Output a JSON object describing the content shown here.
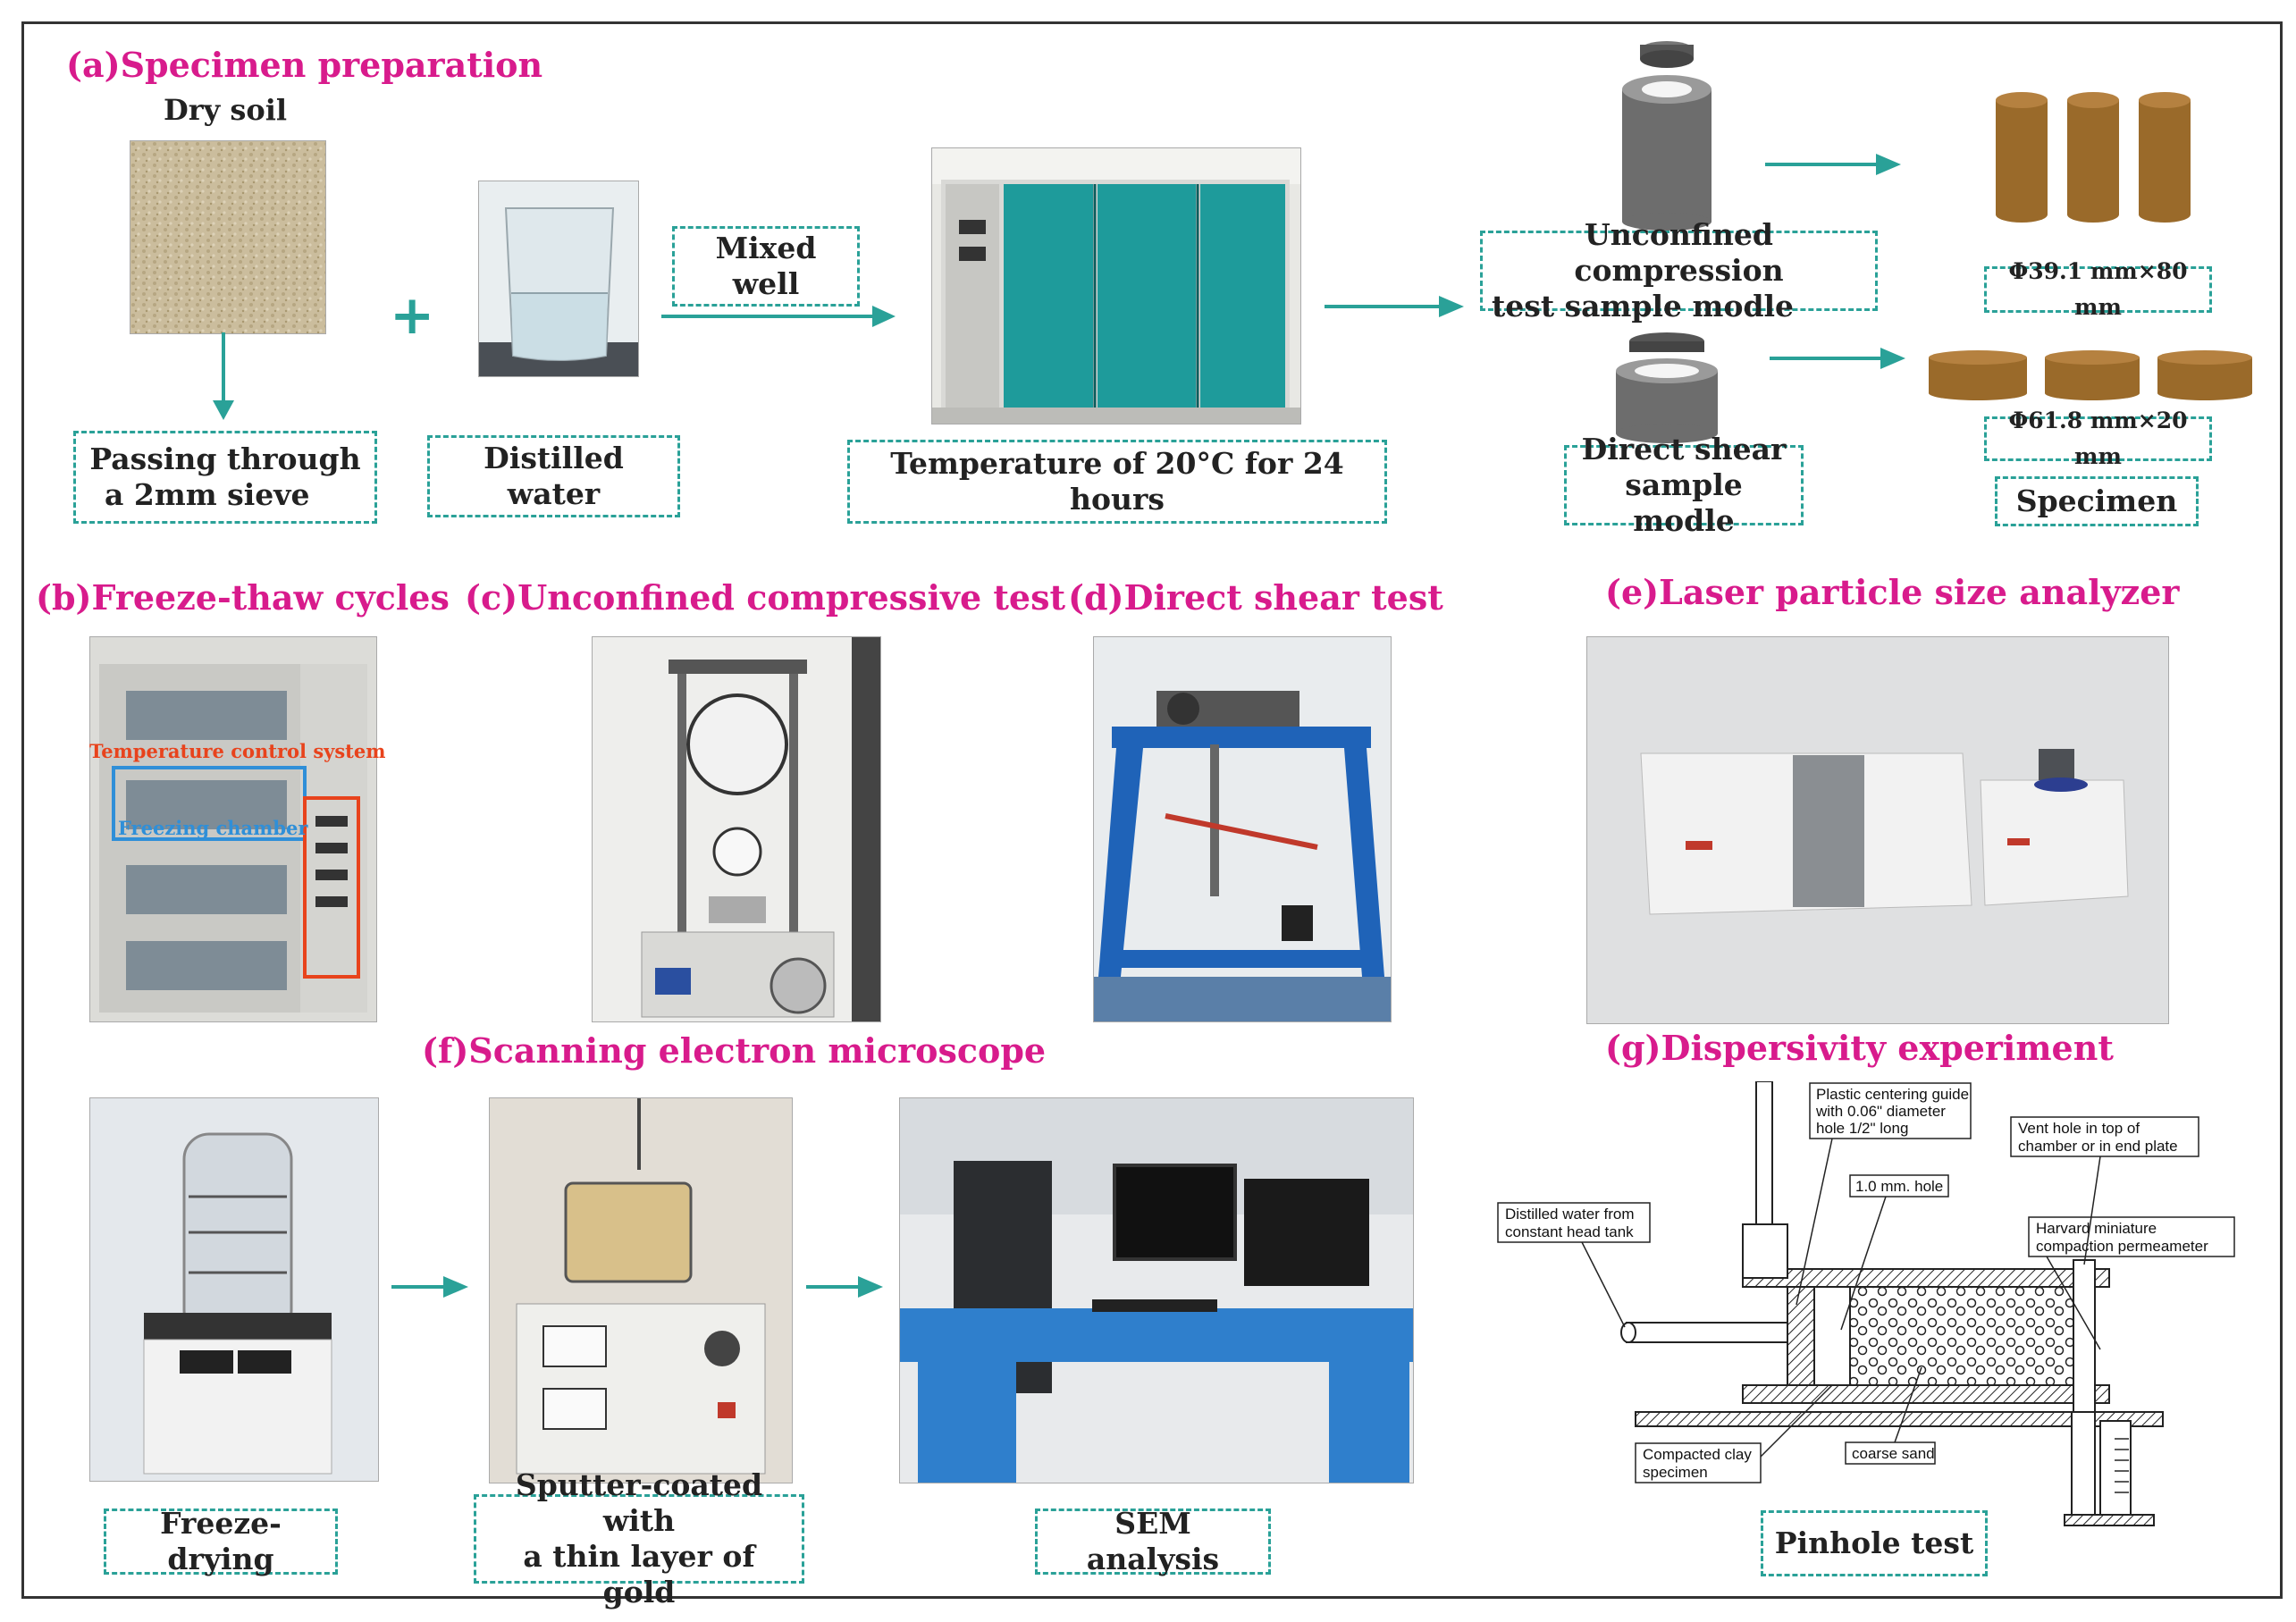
{
  "panels": {
    "a": {
      "title": "(a)Specimen preparation",
      "dry_soil": "Dry soil",
      "sieve_line1": "Passing through",
      "sieve_line2": "a 2mm sieve",
      "distilled_water": "Distilled water",
      "mixed_well": "Mixed well",
      "temperature": "Temperature of 20°C for 24 hours",
      "ucs_model_line1": "Unconfined compression",
      "ucs_model_line2": "test sample modle",
      "ds_model_line1": "Direct shear",
      "ds_model_line2": "sample modle",
      "ucs_dim": "Φ39.1 mm×80 mm",
      "ds_dim": "Φ61.8 mm×20 mm",
      "specimen": "Specimen",
      "plus": "+"
    },
    "b": {
      "title": "(b)Freeze-thaw cycles",
      "temp_control": "Temperature control system",
      "freezing_chamber": "Freezing chamber"
    },
    "c": {
      "title": "(c)Unconfined compressive test"
    },
    "d": {
      "title": "(d)Direct shear test"
    },
    "e": {
      "title": "(e)Laser particle size analyzer"
    },
    "f": {
      "title": "(f)Scanning electron microscope",
      "freeze_drying": "Freeze-drying",
      "sputter_line1": "Sputter-coated with",
      "sputter_line2": "a thin layer of gold",
      "sem_analysis": "SEM analysis"
    },
    "g": {
      "title": "(g)Dispersivity experiment",
      "guide_line1": "Plastic centering guide",
      "guide_line2": "with 0.06\" diameter",
      "guide_line3": "hole 1/2\" long",
      "hole": "1.0 mm. hole",
      "vent_line1": "Vent hole in top of",
      "vent_line2": "chamber or in end plate",
      "distilled_line1": "Distilled water from",
      "distilled_line2": "constant head tank",
      "harvard_line1": "Harvard miniature",
      "harvard_line2": "compaction permeameter",
      "clay_line1": "Compacted clay",
      "clay_line2": "specimen",
      "coarse_sand": "coarse sand",
      "pinhole": "Pinhole test"
    }
  },
  "colors": {
    "title": "#d81b8c",
    "caption_border": "#2aa198",
    "arrow": "#2aa198",
    "specimen": "#9a6a2a",
    "overlay_red": "#e8431c",
    "overlay_blue": "#2f8fd8"
  }
}
